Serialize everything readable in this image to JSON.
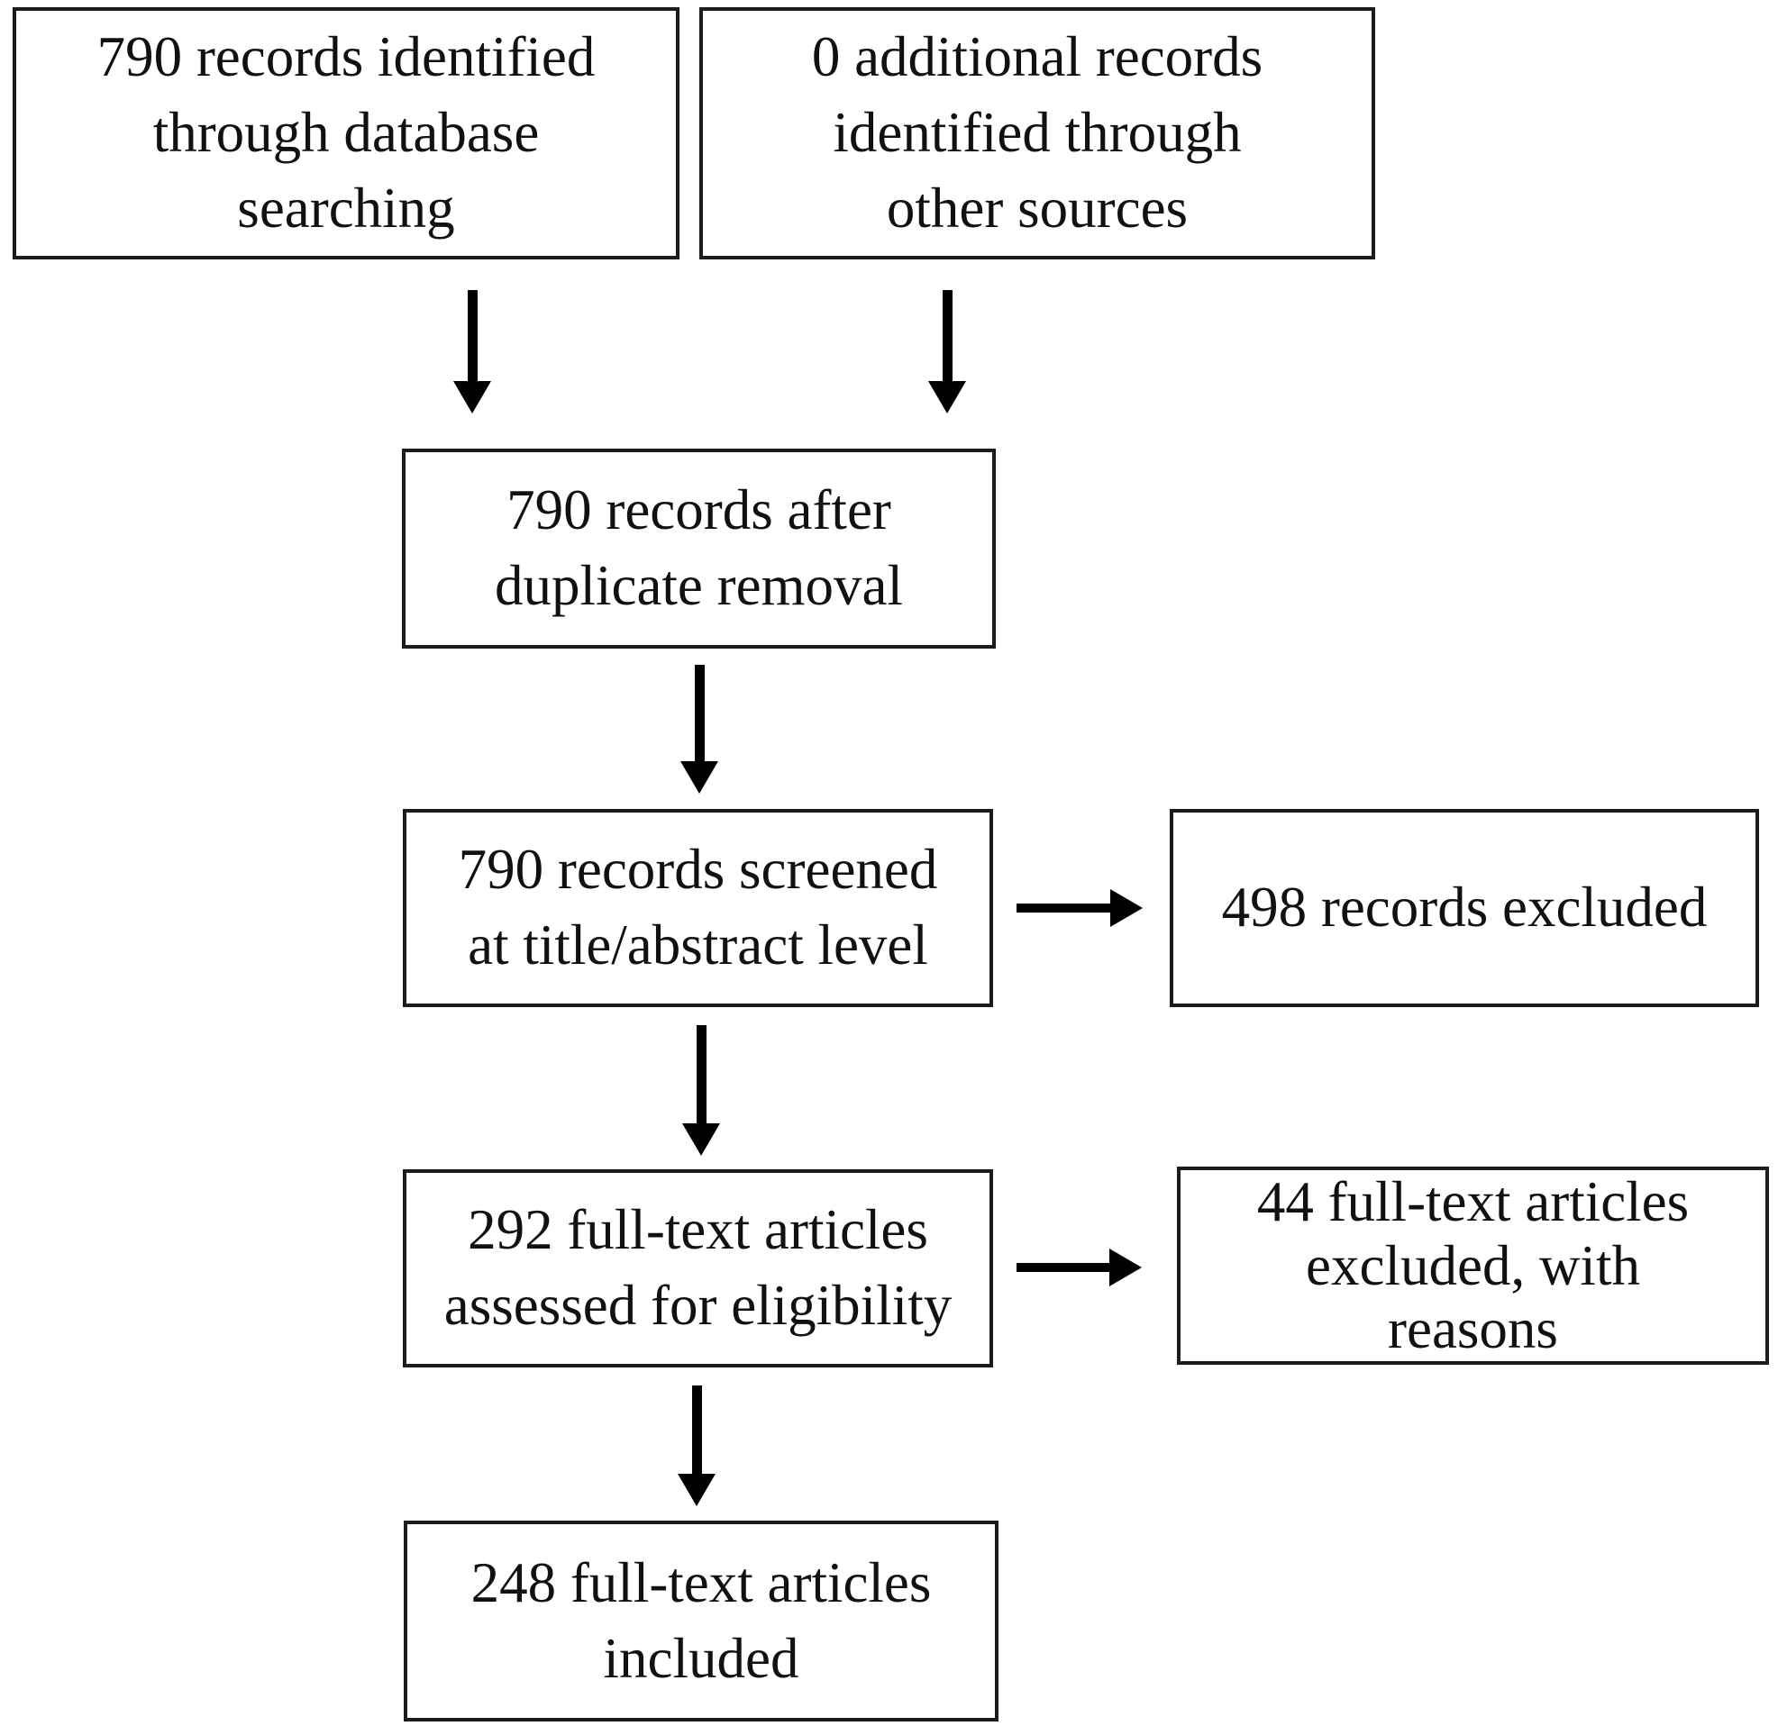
{
  "flowchart": {
    "kind": "study-selection-flow-diagram",
    "colors": {
      "background": "#ffffff",
      "box_border": "#1c1c1c",
      "text": "#111111",
      "arrow": "#000000"
    },
    "nodes": [
      {
        "id": "records-identified-database",
        "count": "790",
        "label": "790 records identified\nthrough database\nsearching"
      },
      {
        "id": "records-identified-other",
        "count": "0",
        "label": "0 additional records\nidentified through\nother sources"
      },
      {
        "id": "records-after-duplicate-removal",
        "count": "790",
        "label": "790 records after\nduplicate removal"
      },
      {
        "id": "records-screened",
        "count": "790",
        "label": "790 records screened\nat title/abstract level"
      },
      {
        "id": "records-excluded",
        "count": "498",
        "label": "498 records excluded"
      },
      {
        "id": "fulltext-assessed",
        "count": "292",
        "label": "292 full-text articles\nassessed for eligibility"
      },
      {
        "id": "fulltext-excluded",
        "count": "44",
        "label": "44 full-text articles\nexcluded, with\nreasons"
      },
      {
        "id": "fulltext-included",
        "count": "248",
        "label": "248 full-text articles\nincluded"
      }
    ],
    "edges": [
      {
        "from": "records-identified-database",
        "to": "records-after-duplicate-removal",
        "direction": "down"
      },
      {
        "from": "records-identified-other",
        "to": "records-after-duplicate-removal",
        "direction": "down"
      },
      {
        "from": "records-after-duplicate-removal",
        "to": "records-screened",
        "direction": "down"
      },
      {
        "from": "records-screened",
        "to": "records-excluded",
        "direction": "right"
      },
      {
        "from": "records-screened",
        "to": "fulltext-assessed",
        "direction": "down"
      },
      {
        "from": "fulltext-assessed",
        "to": "fulltext-excluded",
        "direction": "right"
      },
      {
        "from": "fulltext-assessed",
        "to": "fulltext-included",
        "direction": "down"
      }
    ]
  }
}
